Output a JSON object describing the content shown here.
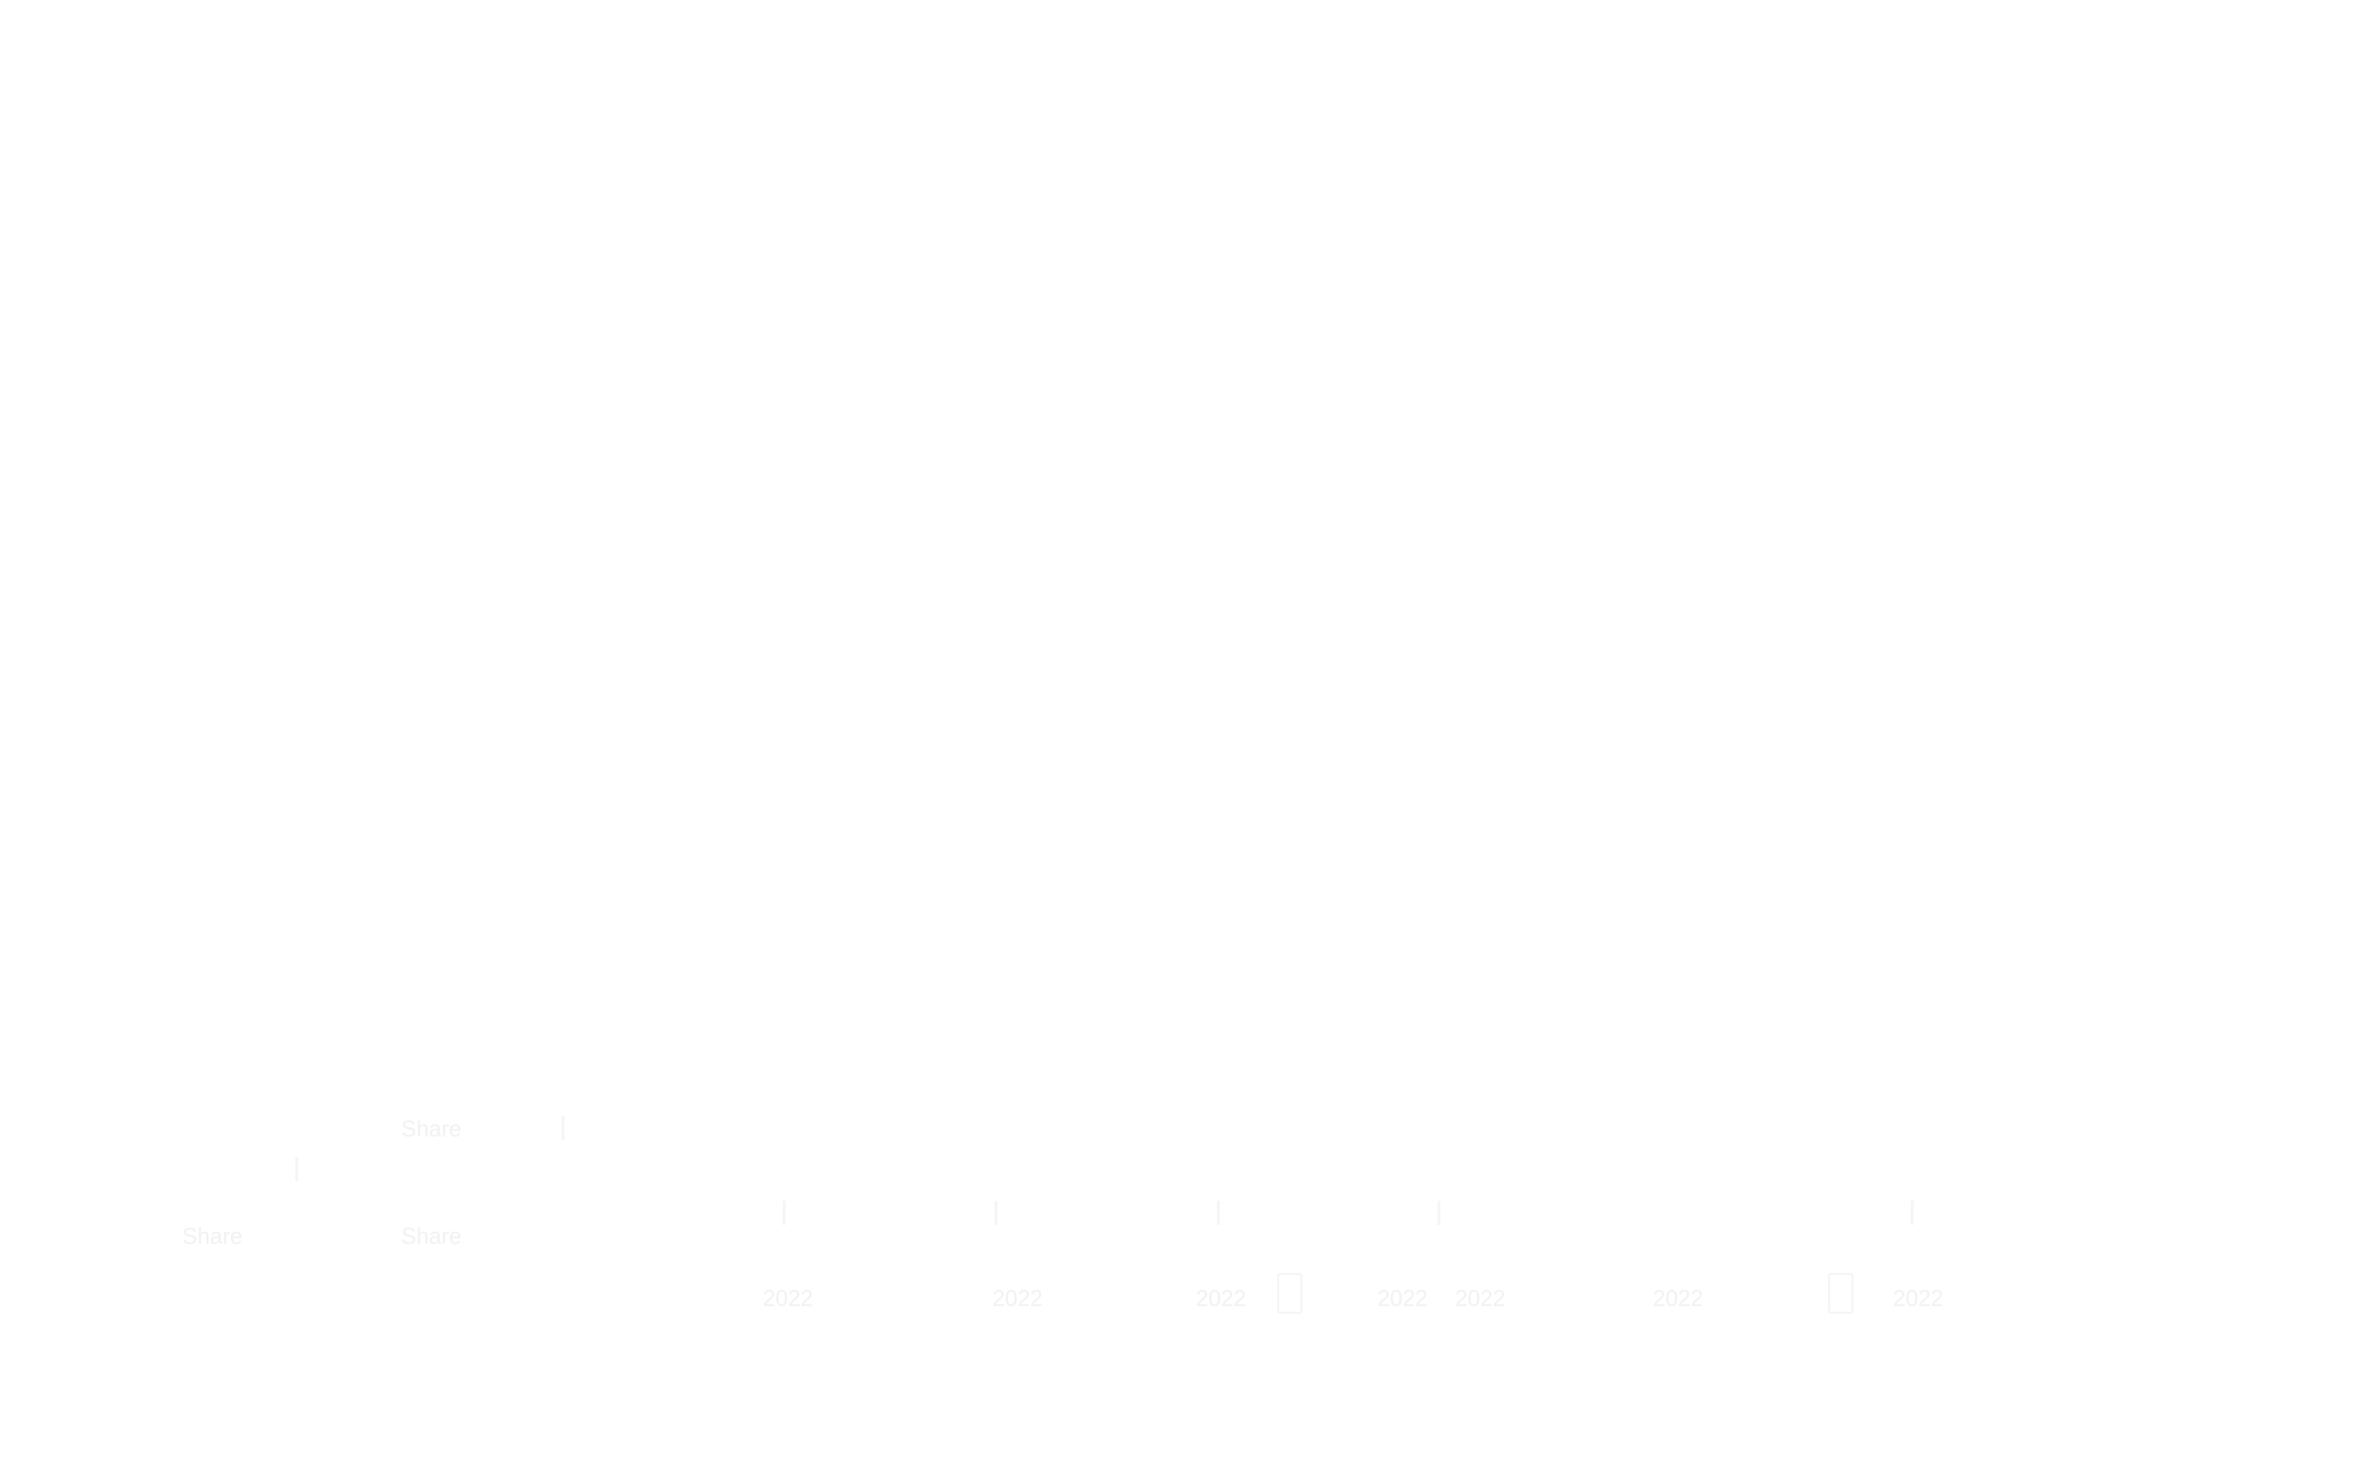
{
  "left_labels": {
    "upper": "Share",
    "lower_left": "Share",
    "lower_right": "Share"
  },
  "timeline_labels": [
    "2022",
    "2022",
    "2022",
    "2022",
    "2022",
    "2022",
    "2022"
  ]
}
